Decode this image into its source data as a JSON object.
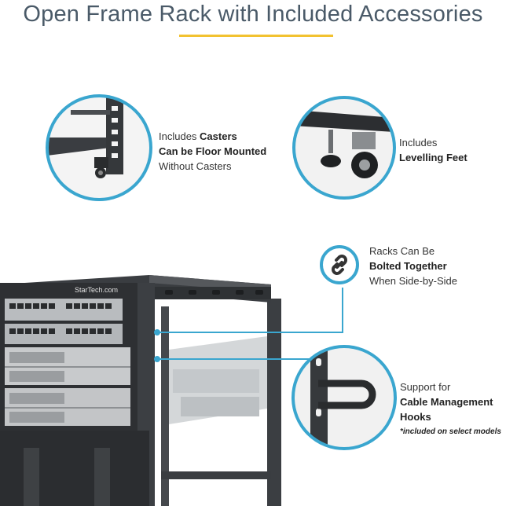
{
  "title": "Open Frame Rack with Included Accessories",
  "brand": "StarTech.com",
  "accent_color": "#3aa6cf",
  "underline_color": "#f2c230",
  "features": [
    {
      "line1": "Includes ",
      "line1_bold": "Casters",
      "line2_bold": "Can be Floor Mounted",
      "line3": "Without Casters"
    },
    {
      "line1": "Includes",
      "line2_bold": "Levelling Feet"
    },
    {
      "line1": "Racks Can Be",
      "line2_bold": "Bolted Together",
      "line3": "When Side-by-Side"
    },
    {
      "line1": "Support for",
      "line2_bold": "Cable Management",
      "line3_bold": "Hooks",
      "note": "*included on select models"
    }
  ],
  "icons": [
    "link-icon"
  ]
}
